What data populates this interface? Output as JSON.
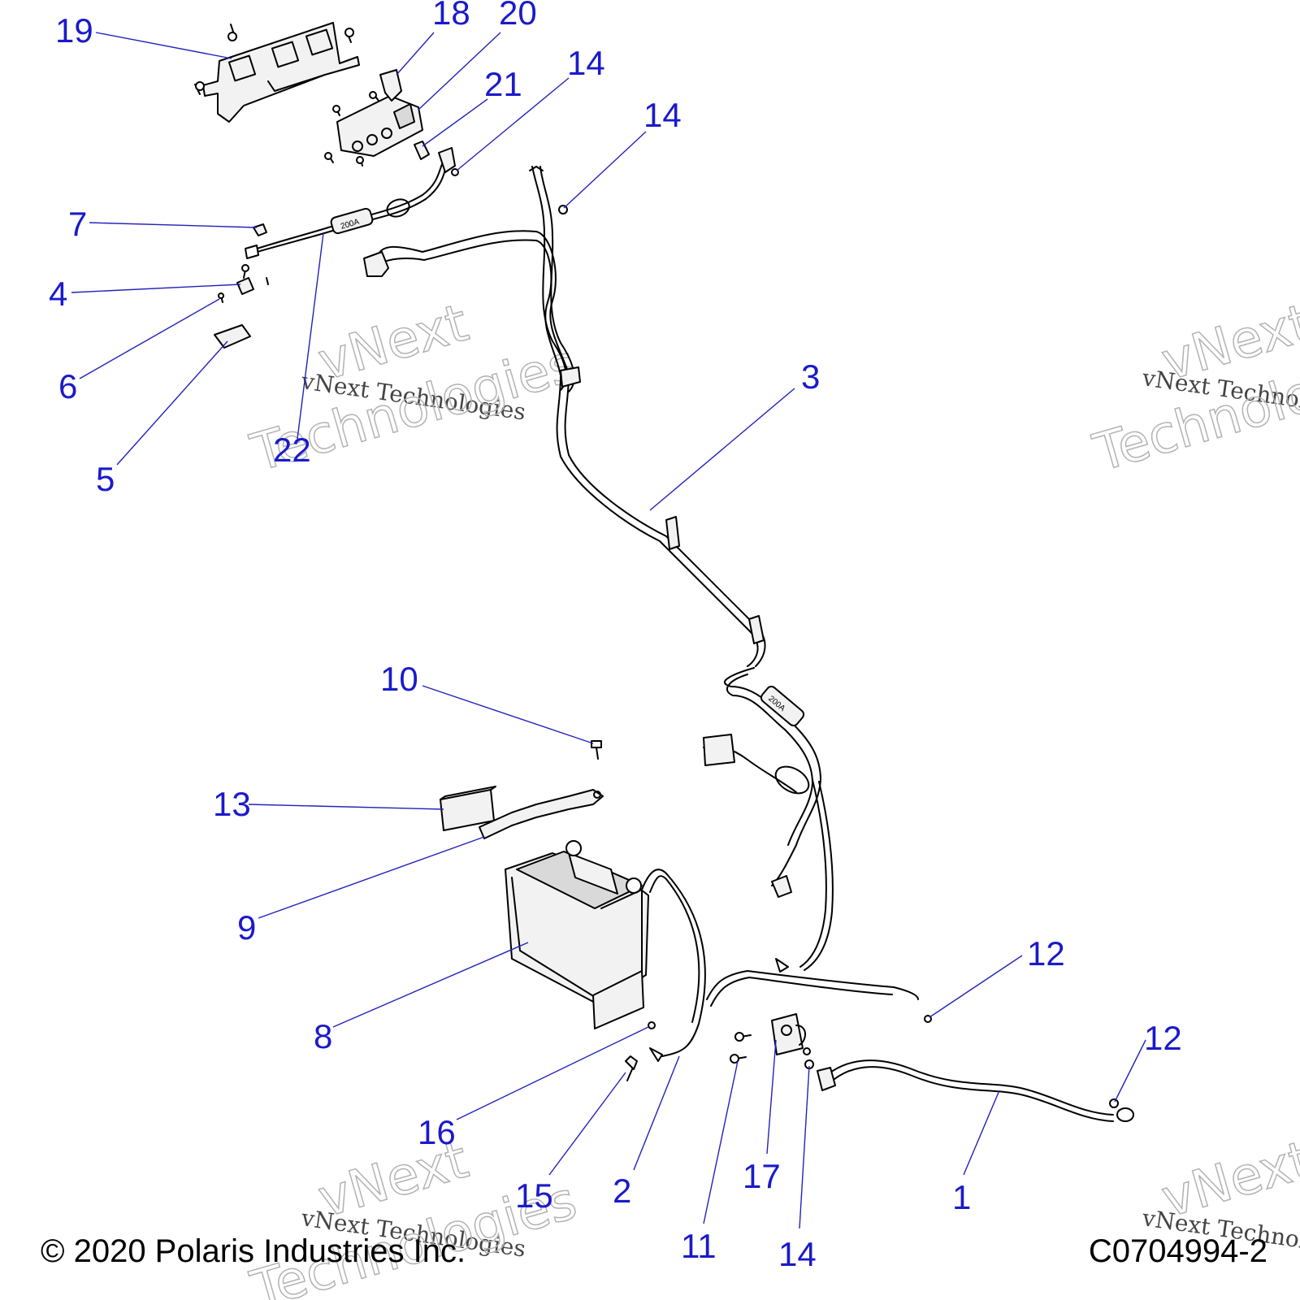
{
  "colors": {
    "callout": "#1a1acc",
    "leader": "#2222bb",
    "line": "#000000",
    "part_fill": "#f2f2f2",
    "part_shade": "#d9d9d9",
    "watermark": "#b3b3b3"
  },
  "callouts": [
    {
      "id": "c19",
      "label": "19"
    },
    {
      "id": "c18",
      "label": "18"
    },
    {
      "id": "c20",
      "label": "20"
    },
    {
      "id": "c21",
      "label": "21"
    },
    {
      "id": "c14a",
      "label": "14"
    },
    {
      "id": "c14b",
      "label": "14"
    },
    {
      "id": "c7",
      "label": "7"
    },
    {
      "id": "c4",
      "label": "4"
    },
    {
      "id": "c6",
      "label": "6"
    },
    {
      "id": "c5",
      "label": "5"
    },
    {
      "id": "c22",
      "label": "22"
    },
    {
      "id": "c3",
      "label": "3"
    },
    {
      "id": "c10",
      "label": "10"
    },
    {
      "id": "c13",
      "label": "13"
    },
    {
      "id": "c9",
      "label": "9"
    },
    {
      "id": "c8",
      "label": "8"
    },
    {
      "id": "c12a",
      "label": "12"
    },
    {
      "id": "c12b",
      "label": "12"
    },
    {
      "id": "c16",
      "label": "16"
    },
    {
      "id": "c15",
      "label": "15"
    },
    {
      "id": "c2",
      "label": "2"
    },
    {
      "id": "c11",
      "label": "11"
    },
    {
      "id": "c17",
      "label": "17"
    },
    {
      "id": "c14c",
      "label": "14"
    },
    {
      "id": "c1",
      "label": "1"
    }
  ],
  "part_labels": {
    "fuse_upper": "200A",
    "fuse_lower": "200A"
  },
  "watermark": {
    "line1": "vNext Technologies",
    "big_line1": "vNext",
    "big_line2": "Technologies"
  },
  "footer": {
    "copyright": "© 2020 Polaris Industries Inc.",
    "figure_code": "C0704994-2"
  }
}
